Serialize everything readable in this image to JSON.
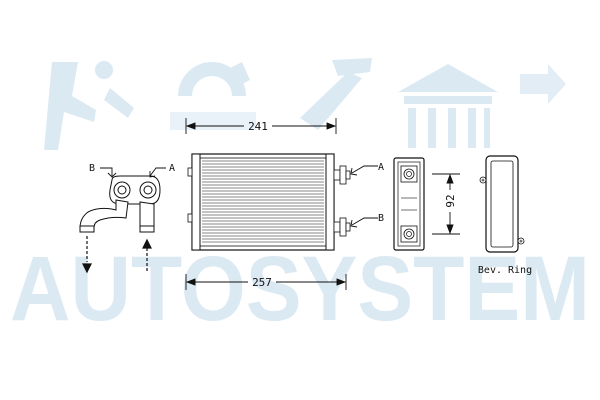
{
  "watermark": {
    "text": "AUTOSYSTEM",
    "color": "#dbe9f3"
  },
  "dimensions": {
    "top_width": "241",
    "bottom_width": "257",
    "height": "92"
  },
  "callouts": {
    "a_left": "A",
    "b_left": "B",
    "a_right": "A",
    "b_right": "B"
  },
  "labels": {
    "bev_ring": "Bev. Ring"
  },
  "colors": {
    "line": "#111111",
    "watermark": "#dbe9f3"
  }
}
